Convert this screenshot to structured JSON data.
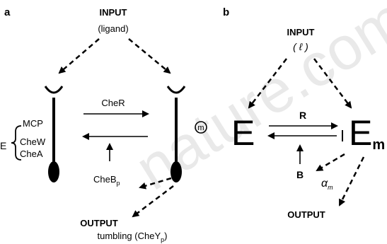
{
  "watermark": "nature.com",
  "panel_a": {
    "label": "a",
    "input_title": "INPUT",
    "input_sub": "(ligand)",
    "cher_label": "CheR",
    "methyl_mark": "m",
    "brace_letter": "E",
    "receptor_parts": [
      "MCP",
      "CheW",
      "CheA"
    ],
    "cheb_label": "CheB",
    "cheb_sub": "p",
    "output_title": "OUTPUT",
    "output_sub": "tumbling (CheY",
    "output_sub_index": "p",
    "output_sub_close": ")"
  },
  "panel_b": {
    "label": "b",
    "input_title": "INPUT",
    "input_sub": "( ℓ )",
    "e_label": "E",
    "em_label": "E",
    "em_sub": "m",
    "r_label": "R",
    "b_label": "B",
    "alpha_label": "α",
    "alpha_sub": "m",
    "output_title": "OUTPUT"
  },
  "colors": {
    "ink": "#000000",
    "watermark": "#d8d8d8"
  }
}
